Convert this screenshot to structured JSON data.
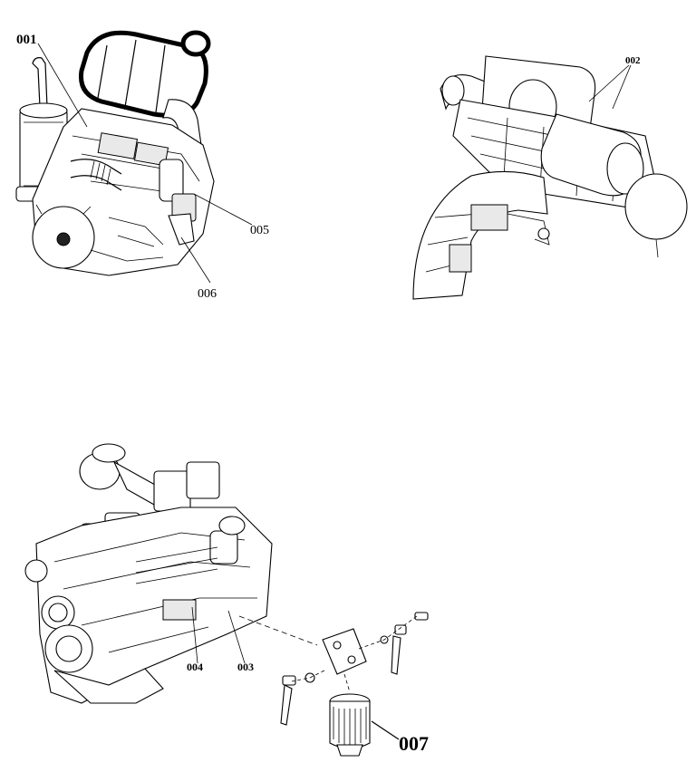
{
  "figure": {
    "labels": {
      "l001": "001",
      "l002": "002",
      "l003": "003",
      "l004": "004",
      "l005": "005",
      "l006": "006",
      "l007": "007"
    }
  }
}
